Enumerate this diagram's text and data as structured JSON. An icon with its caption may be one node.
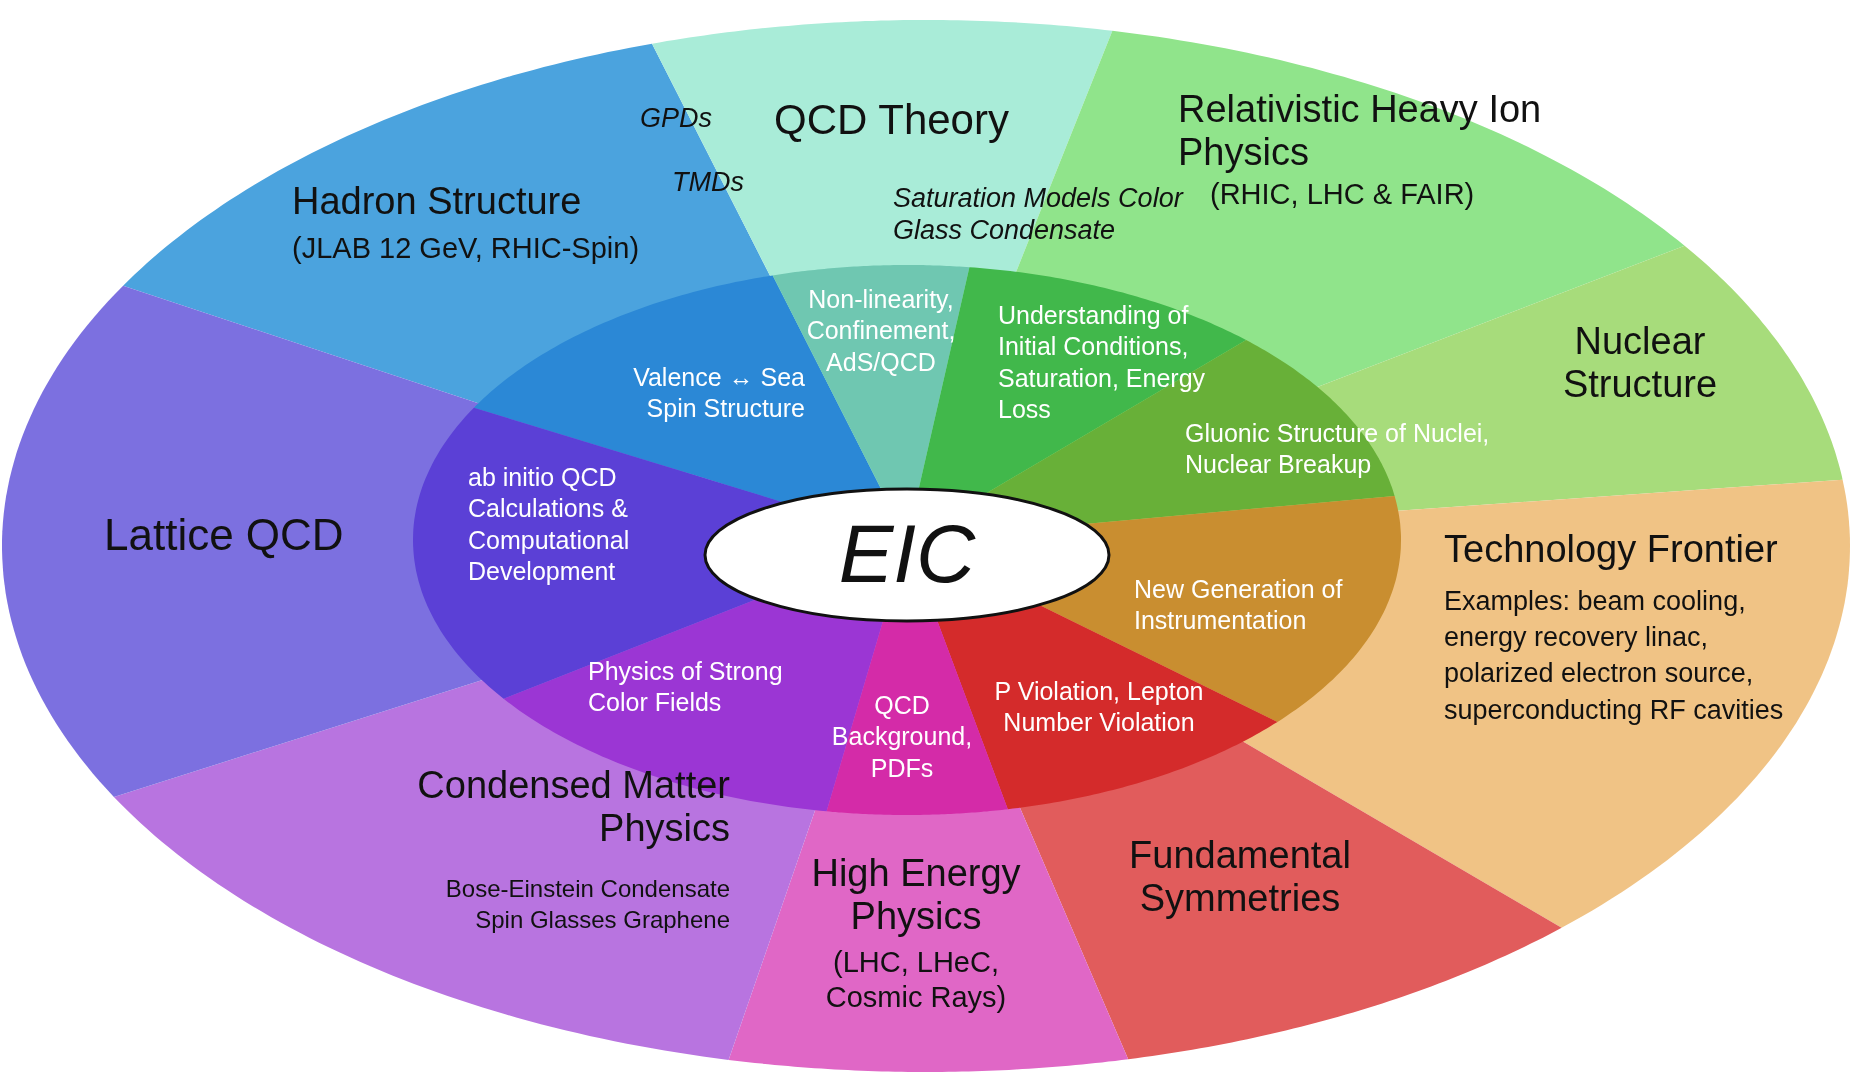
{
  "diagram": {
    "nodes": [
      {
        "text": [
          "EIC"
        ]
      },
      {
        "text": [
          "Hadron Structure",
          "(JLAB 12 GeV, RHIC-Spin)"
        ]
      },
      {
        "text": [
          "QCD Theory"
        ]
      },
      {
        "text": [
          "Relativistic Heavy Ion Physics",
          "(RHIC, LHC & FAIR)"
        ]
      },
      {
        "text": [
          "Nuclear Structure"
        ]
      },
      {
        "text": [
          "Technology Frontier",
          "Examples: beam cooling, energy recovery linac, polarized electron source, superconducting RF cavities"
        ]
      },
      {
        "text": [
          "Fundamental Symmetries"
        ]
      },
      {
        "text": [
          "High Energy Physics",
          "(LHC, LHeC, Cosmic Rays)"
        ]
      },
      {
        "text": [
          "Condensed Matter Physics",
          "Bose-Einstein Condensate Spin Glasses Graphene"
        ]
      },
      {
        "text": [
          "Lattice QCD"
        ]
      },
      {
        "text": [
          "Valence ↔ Sea Spin Structure"
        ]
      },
      {
        "text": [
          "Non-linearity, Confinement, AdS/QCD"
        ]
      },
      {
        "text": [
          "Understanding of Initial Conditions, Saturation, Energy Loss"
        ]
      },
      {
        "text": [
          "Gluonic Structure of Nuclei, Nuclear Breakup"
        ]
      },
      {
        "text": [
          "New Generation of Instrumentation"
        ]
      },
      {
        "text": [
          "P Violation, Lepton Number Violation"
        ]
      },
      {
        "text": [
          "QCD Background, PDFs"
        ]
      },
      {
        "text": [
          "Physics of Strong Color Fields"
        ]
      },
      {
        "text": [
          "ab initio QCD Calculations & Computational Development"
        ]
      }
    ],
    "labels": [
      "GPDs",
      "TMDs",
      "Saturation Models Color Glass Condensate"
    ]
  }
}
